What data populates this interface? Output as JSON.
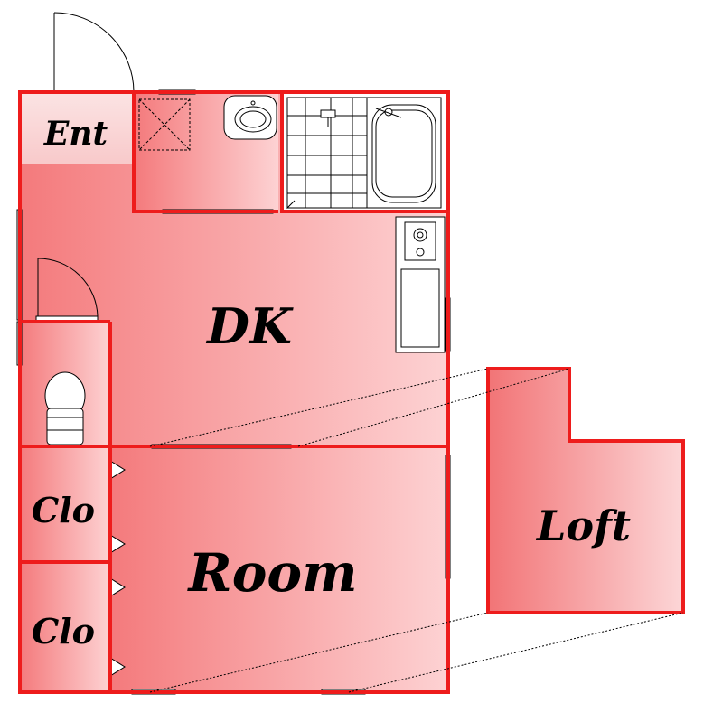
{
  "rooms": {
    "ent": "Ent",
    "dk": "DK",
    "room": "Room",
    "clo1": "Clo",
    "clo2": "Clo",
    "loft": "Loft"
  },
  "colors": {
    "wall": "#ee1c1c",
    "fill_strong": "#f47f80",
    "fill_light": "#fde0e0",
    "entrance_light": "#fdf1f1"
  }
}
